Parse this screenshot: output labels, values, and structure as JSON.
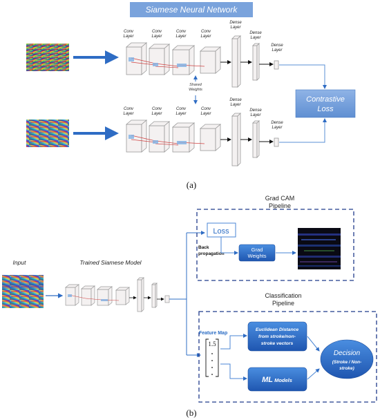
{
  "panel_a": {
    "title": "Siamese Neural Network",
    "conv_label_line1": "Conv",
    "conv_label_line2": "Layer",
    "dense_label_line1": "Dense",
    "dense_label_line2": "Layer",
    "shared_weights_line1": "Shared",
    "shared_weights_line2": "Weights",
    "loss_line1": "Contrastive",
    "loss_line2": "Loss",
    "caption": "(a)"
  },
  "panel_b": {
    "input_label": "Input",
    "model_label": "Trained Siamese Model",
    "gradcam_title_line1": "Grad CAM",
    "gradcam_title_line2": "Pipeline",
    "loss_box": "Loss",
    "back_prop_line1": "Back",
    "back_prop_line2": "propagation",
    "grad_weights_line1": "Grad",
    "grad_weights_line2": "Weights",
    "classification_line1": "Classification",
    "classification_line2": "Pipeline",
    "feature_map_label": "Feature Map",
    "vector_first": "1.5",
    "euclid_line1": "Euclidean Distance",
    "euclid_line2": "from stroke/non-",
    "euclid_line3": "stroke vectors",
    "ml_bold": "ML",
    "ml_rest": " Models",
    "decision_line1": "Decision",
    "decision_line2": "(Stroke / Non-",
    "decision_line3": "stroke)",
    "caption": "(b)"
  },
  "colors": {
    "title_box": "#7aa3dc",
    "arrow_blue": "#2e6cc4",
    "loss_box": "#6f9bd8",
    "grad_box": "#2b6cc4",
    "dashed_frame": "#1f3a8a",
    "line_blue": "#4a86d4"
  }
}
